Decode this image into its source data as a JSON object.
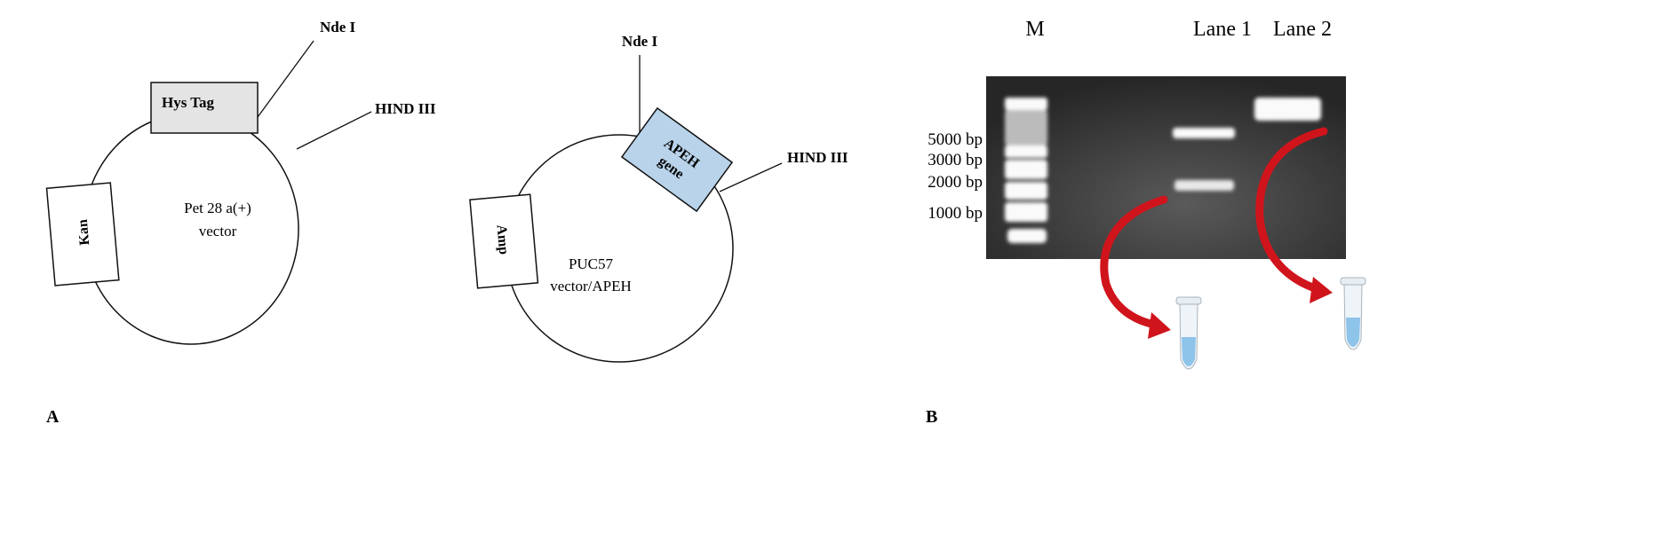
{
  "panel_a": {
    "label": "A",
    "vector1": {
      "name_line1": "Pet 28 a(+)",
      "name_line2": "vector",
      "tag_box": "Hys Tag",
      "marker_box": "Kan",
      "site1": "Nde I",
      "site2": "HIND III"
    },
    "vector2": {
      "name_line1": "PUC57",
      "name_line2": "vector/APEH",
      "gene_box_line1": "APEH",
      "gene_box_line2": "gene",
      "marker_box": "Amp",
      "site1": "Nde I",
      "site2": "HIND III"
    }
  },
  "panel_b": {
    "label": "B",
    "lanes": [
      "M",
      "Lane 1",
      "Lane 2"
    ],
    "ladder_labels": [
      "5000 bp",
      "3000 bp",
      "2000 bp",
      "1000 bp"
    ],
    "colors": {
      "gel": "#2e2e2e",
      "arrow": "#d0141c",
      "tube_liquid": "#8ec3ea",
      "apeh_box": "#b8d3ea",
      "tag_box": "#e4e4e4"
    }
  }
}
